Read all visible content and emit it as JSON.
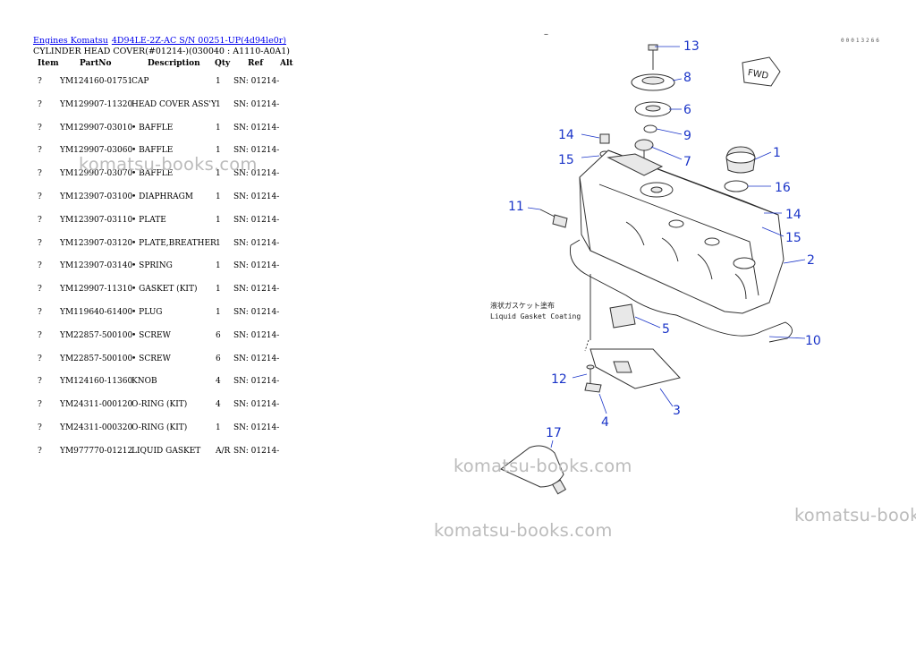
{
  "breadcrumb": {
    "link1": "Engines Komatsu",
    "link2": "4D94LE-2Z-AC S/N 00251-UP(4d94le0r)"
  },
  "subtitle": "CYLINDER HEAD COVER(#01214-)(030040 : A1110-A0A1)",
  "table": {
    "headers": {
      "item": "Item",
      "partno": "PartNo",
      "description": "Description",
      "qty": "Qty",
      "ref": "Ref",
      "alt": "Alt"
    },
    "rows": [
      {
        "item": "?",
        "partno": "YM124160-01751",
        "description": "CAP",
        "qty": "1",
        "ref": "SN: 01214-"
      },
      {
        "item": "?",
        "partno": "YM129907-11320",
        "description": "HEAD COVER ASS'Y",
        "qty": "1",
        "ref": "SN: 01214-"
      },
      {
        "item": "?",
        "partno": "YM129907-03010",
        "description": "• BAFFLE",
        "qty": "1",
        "ref": "SN: 01214-"
      },
      {
        "item": "?",
        "partno": "YM129907-03060",
        "description": "• BAFFLE",
        "qty": "1",
        "ref": "SN: 01214-"
      },
      {
        "item": "?",
        "partno": "YM129907-03070",
        "description": "• BAFFLE",
        "qty": "1",
        "ref": "SN: 01214-"
      },
      {
        "item": "?",
        "partno": "YM123907-03100",
        "description": "• DIAPHRAGM",
        "qty": "1",
        "ref": "SN: 01214-"
      },
      {
        "item": "?",
        "partno": "YM123907-03110",
        "description": "• PLATE",
        "qty": "1",
        "ref": "SN: 01214-"
      },
      {
        "item": "?",
        "partno": "YM123907-03120",
        "description": "• PLATE,BREATHER",
        "qty": "1",
        "ref": "SN: 01214-"
      },
      {
        "item": "?",
        "partno": "YM123907-03140",
        "description": "• SPRING",
        "qty": "1",
        "ref": "SN: 01214-"
      },
      {
        "item": "?",
        "partno": "YM129907-11310",
        "description": "• GASKET (KIT)",
        "qty": "1",
        "ref": "SN: 01214-"
      },
      {
        "item": "?",
        "partno": "YM119640-61400",
        "description": "• PLUG",
        "qty": "1",
        "ref": "SN: 01214-"
      },
      {
        "item": "?",
        "partno": "YM22857-500100",
        "description": "• SCREW",
        "qty": "6",
        "ref": "SN: 01214-"
      },
      {
        "item": "?",
        "partno": "YM22857-500100",
        "description": "• SCREW",
        "qty": "6",
        "ref": "SN: 01214-"
      },
      {
        "item": "?",
        "partno": "YM124160-11360",
        "description": "KNOB",
        "qty": "4",
        "ref": "SN: 01214-"
      },
      {
        "item": "?",
        "partno": "YM24311-000120",
        "description": "O-RING (KIT)",
        "qty": "4",
        "ref": "SN: 01214-"
      },
      {
        "item": "?",
        "partno": "YM24311-000320",
        "description": "O-RING (KIT)",
        "qty": "1",
        "ref": "SN: 01214-"
      },
      {
        "item": "?",
        "partno": "YM977770-01212",
        "description": "LIQUID GASKET",
        "qty": "A/R",
        "ref": "SN: 01214-"
      }
    ]
  },
  "watermark": "komatsu-books.com",
  "doc_id": "00013266",
  "dash": "–",
  "diagram": {
    "fwd_label": "FWD",
    "note_jp": "液状ガスケット塗布",
    "note_en": "Liquid Gasket Coating",
    "callouts": [
      "13",
      "8",
      "6",
      "9",
      "7",
      "14",
      "15",
      "1",
      "16",
      "14",
      "15",
      "11",
      "2",
      "5",
      "10",
      "12",
      "3",
      "4",
      "17"
    ]
  },
  "colors": {
    "link": "#0000ee",
    "callout": "#1a34c8",
    "watermark": "#bcbcbc"
  }
}
